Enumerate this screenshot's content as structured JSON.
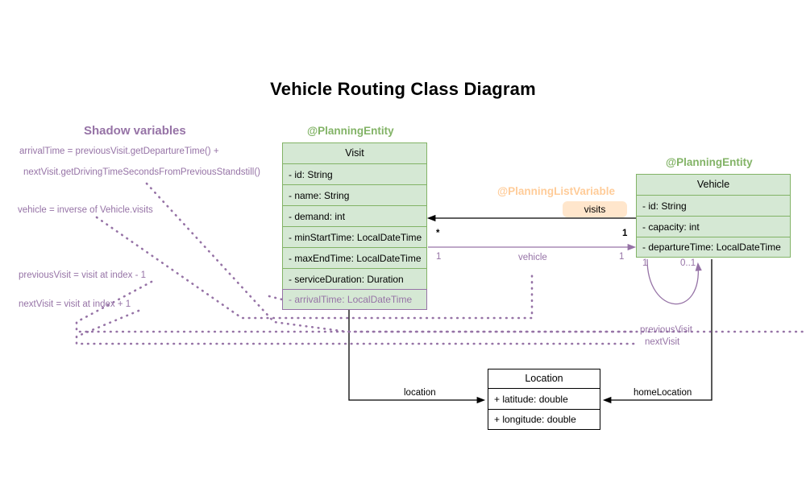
{
  "title": "Vehicle Routing Class Diagram",
  "shadow_section": {
    "heading": "Shadow variables",
    "formulas": [
      "arrivalTime = previousVisit.getDepartureTime() +",
      "nextVisit.getDrivingTimeSecondsFromPreviousStandstill()",
      "vehicle = inverse of Vehicle.visits",
      "previousVisit = visit at index - 1",
      "nextVisit = visit at index + 1"
    ]
  },
  "classes": {
    "visit": {
      "stereotype": "@PlanningEntity",
      "name": "Visit",
      "attributes": [
        "- id: String",
        "- name: String",
        "- demand: int",
        "- minStartTime: LocalDateTime",
        "- maxEndTime: LocalDateTime",
        "- serviceDuration: Duration"
      ],
      "shadow_attributes": [
        "- arrivalTime: LocalDateTime"
      ]
    },
    "vehicle": {
      "stereotype": "@PlanningEntity",
      "name": "Vehicle",
      "attributes": [
        "- id: String",
        "- capacity: int",
        "- departureTime: LocalDateTime"
      ]
    },
    "location": {
      "name": "Location",
      "attributes": [
        "+ latitude: double",
        "+ longitude: double"
      ]
    }
  },
  "associations": {
    "visits": {
      "stereotype": "@PlanningListVariable",
      "role": "visits",
      "source_multiplicity": "1",
      "target_multiplicity": "*"
    },
    "vehicle_ref": {
      "role": "vehicle",
      "source_multiplicity": "1",
      "target_multiplicity": "1"
    },
    "previous_visit": {
      "role": "previousVisit",
      "source_multiplicity": "1",
      "target_multiplicity": "0..1"
    },
    "next_visit": {
      "role": "nextVisit"
    },
    "location_ref": {
      "role": "location"
    },
    "home_location_ref": {
      "role": "homeLocation"
    }
  },
  "colors": {
    "entity_fill": "#d5e8d4",
    "entity_stroke": "#82b366",
    "shadow": "#9673a6",
    "list_variable": "#ffcc99",
    "badge_fill": "#ffe6cc",
    "plain_stroke": "#000000"
  }
}
